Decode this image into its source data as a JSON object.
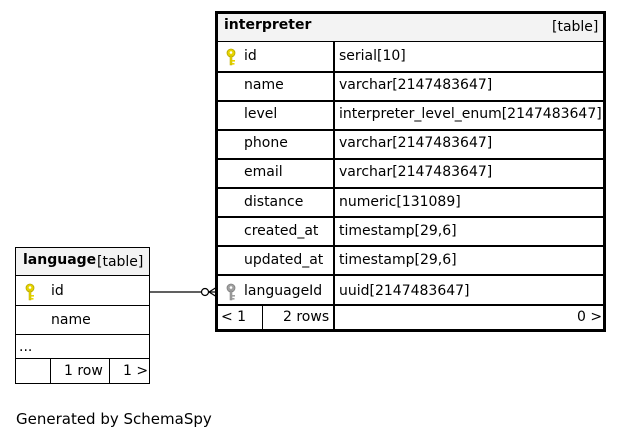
{
  "colors": {
    "header_bg": "#f3f3f3",
    "primary_key": "#e6d400",
    "foreign_key": "#a0a0a0",
    "line": "#000000"
  },
  "interpreter": {
    "name": "interpreter",
    "kind": "[table]",
    "columns": [
      {
        "name": "id",
        "type": "serial[10]",
        "key": "primary-key-icon"
      },
      {
        "name": "name",
        "type": "varchar[2147483647]",
        "key": ""
      },
      {
        "name": "level",
        "type": "interpreter_level_enum[2147483647]",
        "key": ""
      },
      {
        "name": "phone",
        "type": "varchar[2147483647]",
        "key": ""
      },
      {
        "name": "email",
        "type": "varchar[2147483647]",
        "key": ""
      },
      {
        "name": "distance",
        "type": "numeric[131089]",
        "key": ""
      },
      {
        "name": "created_at",
        "type": "timestamp[29,6]",
        "key": ""
      },
      {
        "name": "updated_at",
        "type": "timestamp[29,6]",
        "key": ""
      },
      {
        "name": "languageId",
        "type": "uuid[2147483647]",
        "key": "foreign-key-icon"
      }
    ],
    "footer": {
      "parents": "< 1",
      "rows": "2 rows",
      "children": "0 >"
    }
  },
  "language": {
    "name": "language",
    "kind": "[table]",
    "columns": [
      {
        "name": "id",
        "key": "primary-key-icon"
      },
      {
        "name": "name",
        "key": ""
      }
    ],
    "more": "...",
    "footer": {
      "parents": "",
      "rows": "1 row",
      "children": "1 >"
    }
  },
  "caption": "Generated by SchemaSpy"
}
